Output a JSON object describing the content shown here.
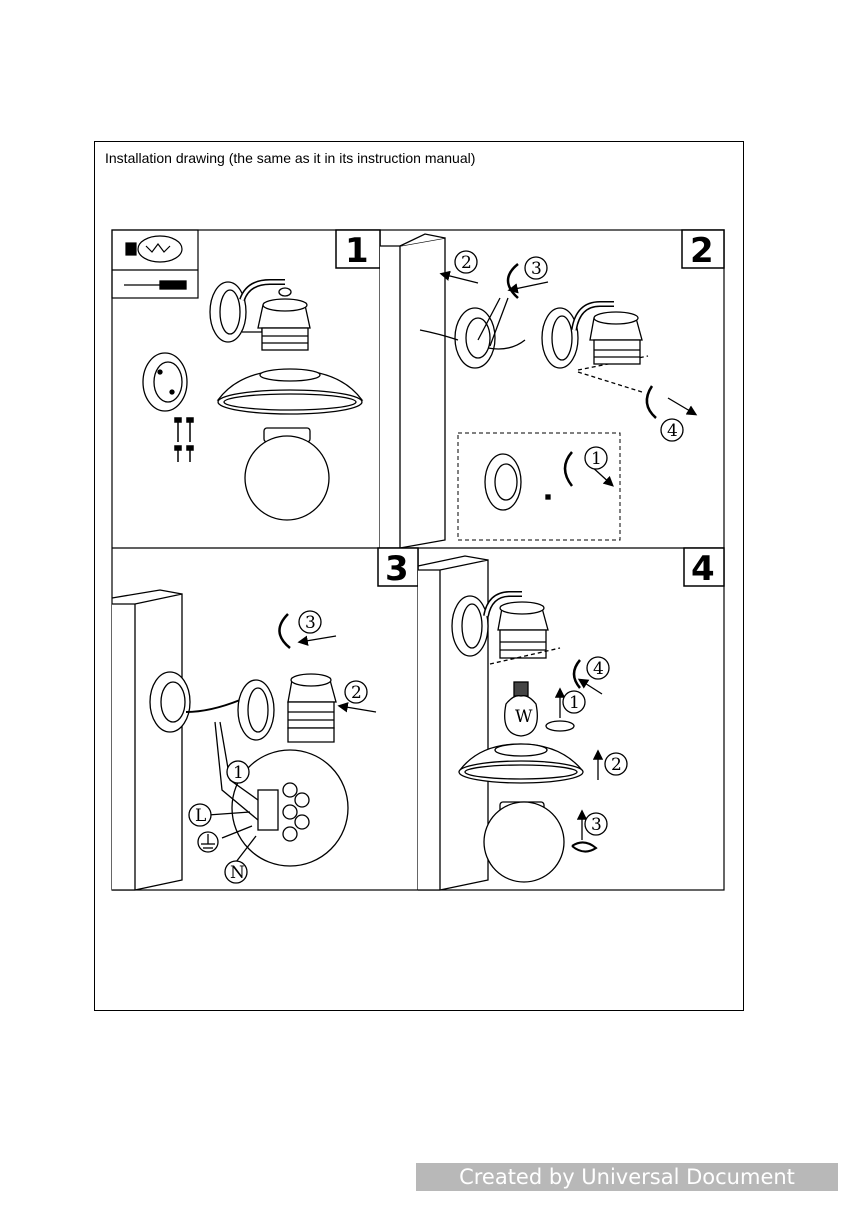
{
  "caption": "Installation drawing (the same as it in its instruction manual)",
  "watermark": "Created by Universal Document Converter",
  "steps": [
    {
      "number": "1"
    },
    {
      "number": "2",
      "callouts": [
        "2",
        "3",
        "4",
        "1"
      ]
    },
    {
      "number": "3",
      "callouts": [
        "3",
        "2",
        "1"
      ],
      "wiring_labels": [
        "L",
        "N"
      ]
    },
    {
      "number": "4",
      "callouts": [
        "4",
        "1",
        "2",
        "3"
      ],
      "bulb_label": "W"
    }
  ],
  "tools": [
    "light-bulb-icon",
    "screwdriver-icon"
  ]
}
